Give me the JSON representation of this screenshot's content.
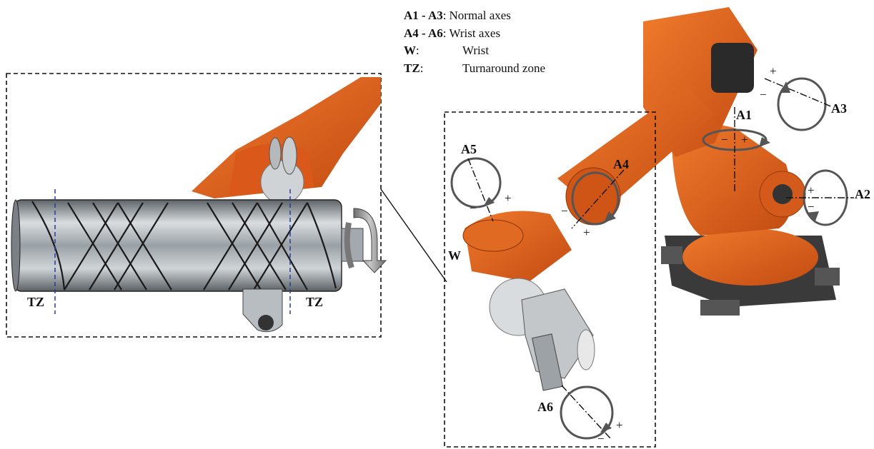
{
  "legend": [
    {
      "key": "A1 - A3",
      "sep": ":",
      "text": "Normal axes"
    },
    {
      "key": "A4 - A6",
      "sep": ":",
      "text": "Wrist axes"
    },
    {
      "key": "W",
      "sep": ":",
      "text": "Wrist"
    },
    {
      "key": "TZ",
      "sep": ":",
      "text": "Turnaround zone"
    }
  ],
  "labels": {
    "a1": "A1",
    "a2": "A2",
    "a3": "A3",
    "a4": "A4",
    "a5": "A5",
    "a6": "A6",
    "wrist": "W",
    "tz_left": "TZ",
    "tz_right": "TZ"
  },
  "signs": {
    "plus": "+",
    "minus": "−"
  },
  "colors": {
    "robot_orange": "#e0611e",
    "robot_dark_orange": "#b8410f",
    "mandrel_steel": "#b9bfc4",
    "fiber_line": "#1a1a1a",
    "guide_line": "#2a3aa0",
    "rotation_arrow": "#8a8a8a"
  }
}
